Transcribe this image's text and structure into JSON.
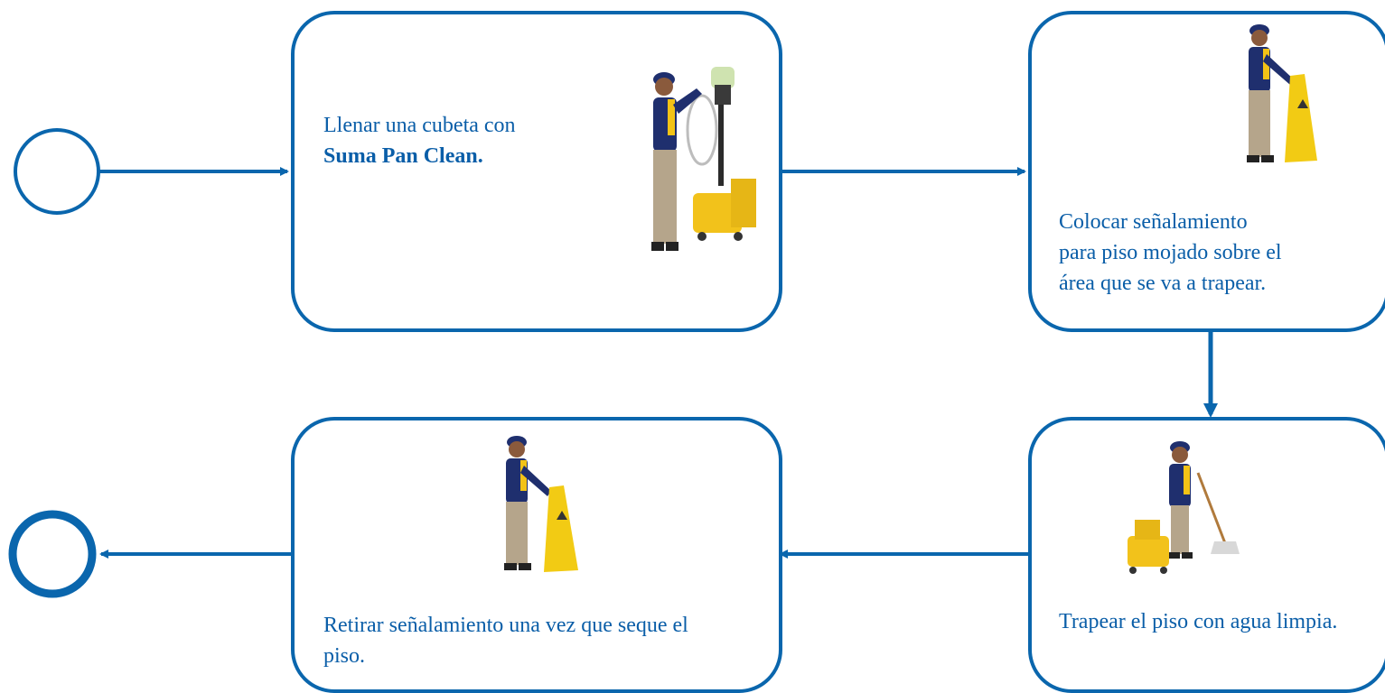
{
  "diagram": {
    "colors": {
      "line": "#0a66ad",
      "text": "#0a5ea8",
      "uniform_navy": "#1f2f6e",
      "uniform_yellow": "#f3c316",
      "pants_khaki": "#b5a58b",
      "sign_yellow": "#f2cb14"
    },
    "steps": [
      {
        "id": "fill-bucket",
        "text_plain": "Llenar una cubeta con",
        "text_bold": "Suma Pan Clean.",
        "illustration": "worker-filling-bucket-from-dispenser"
      },
      {
        "id": "place-sign",
        "text_line1": "Colocar señalamiento",
        "text_line2": "para piso mojado sobre el",
        "text_line3": "área que se va a trapear.",
        "illustration": "worker-placing-wet-floor-sign"
      },
      {
        "id": "mop-floor",
        "text": "Trapear el piso con agua limpia.",
        "illustration": "worker-mopping-with-bucket"
      },
      {
        "id": "remove-sign",
        "text": "Retirar señalamiento una vez que seque el piso.",
        "illustration": "worker-removing-wet-floor-sign"
      }
    ],
    "flow": [
      [
        "start",
        "fill-bucket"
      ],
      [
        "fill-bucket",
        "place-sign"
      ],
      [
        "place-sign",
        "mop-floor"
      ],
      [
        "mop-floor",
        "remove-sign"
      ],
      [
        "remove-sign",
        "end"
      ]
    ],
    "start_node": "start-event-circle",
    "end_node": "end-event-circle"
  }
}
